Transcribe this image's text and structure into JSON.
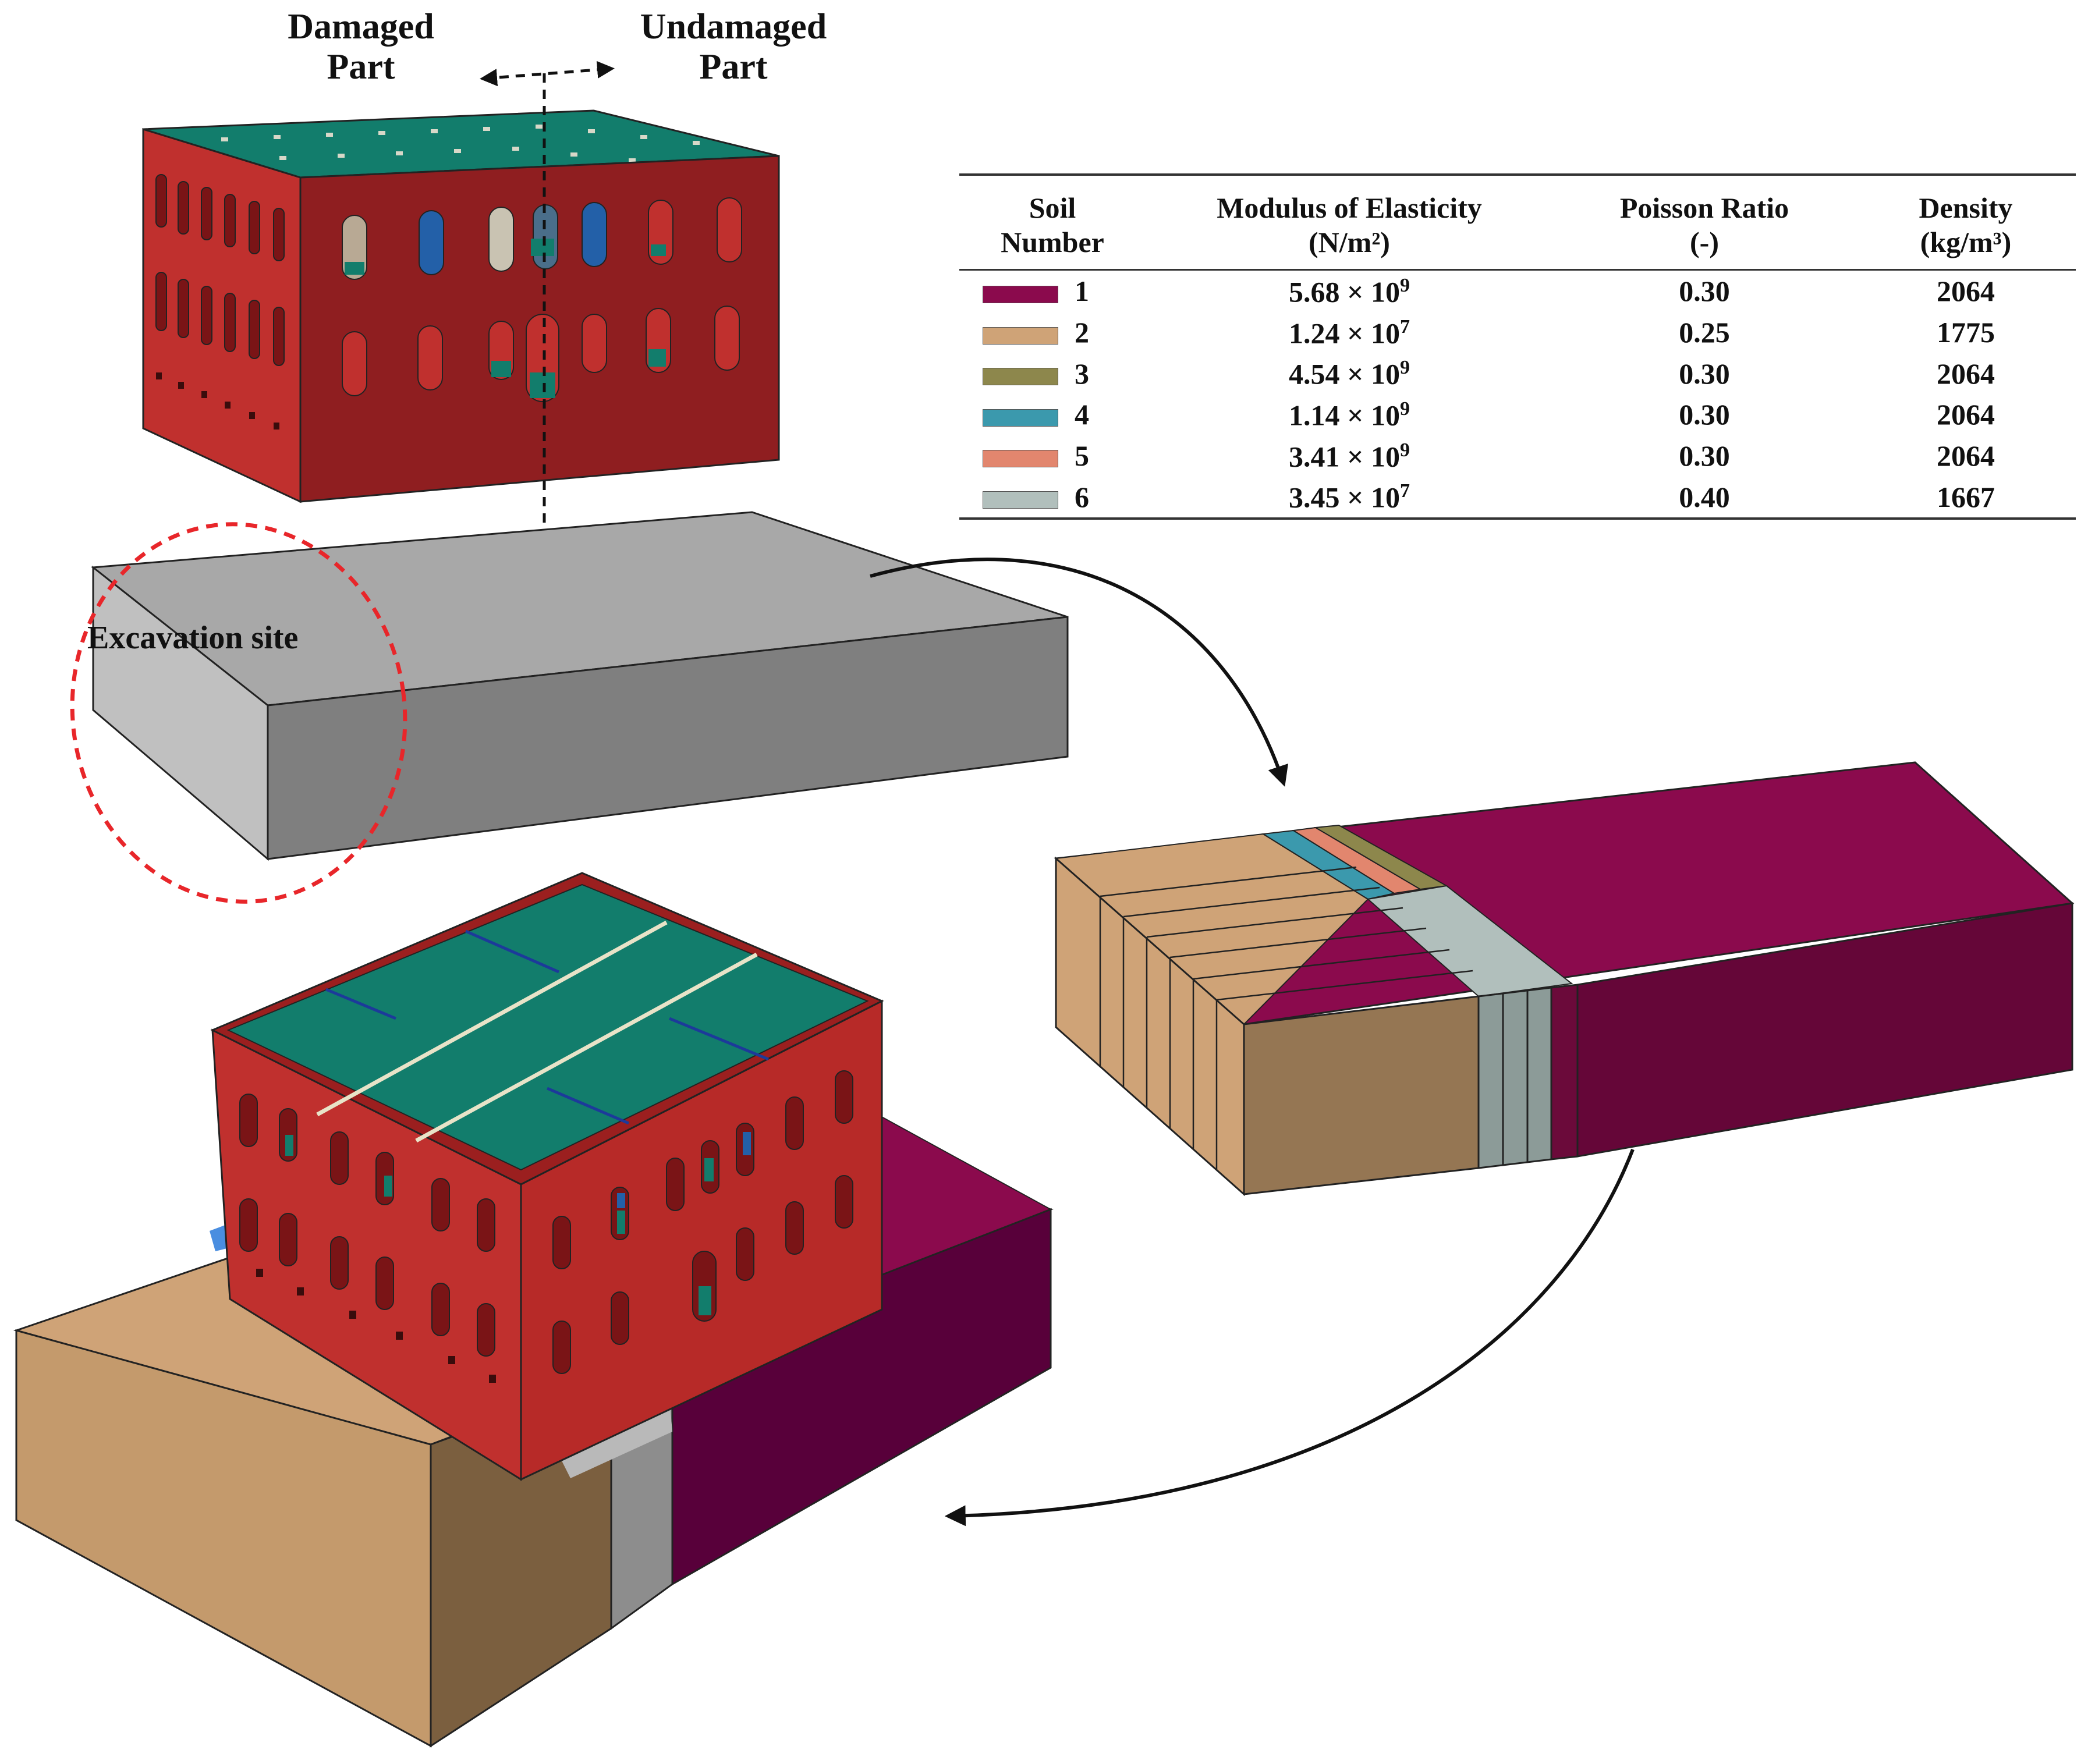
{
  "labels": {
    "damaged_line1": "Damaged",
    "damaged_line2": "Part",
    "undamaged_line1": "Undamaged",
    "undamaged_line2": "Part",
    "excavation": "Excavation site"
  },
  "table": {
    "headers": [
      [
        "Soil",
        "Number"
      ],
      [
        "Modulus of Elasticity",
        "(N/m²)"
      ],
      [
        "Poisson Ratio",
        "(-)"
      ],
      [
        "Density",
        "(kg/m³)"
      ]
    ],
    "rows": [
      {
        "soil": "1",
        "color": "#8b0a4d",
        "E_mant": "5.68 × 10",
        "E_exp": "9",
        "nu": "0.30",
        "rho": "2064"
      },
      {
        "soil": "2",
        "color": "#cfa377",
        "E_mant": "1.24 × 10",
        "E_exp": "7",
        "nu": "0.25",
        "rho": "1775"
      },
      {
        "soil": "3",
        "color": "#8d874c",
        "E_mant": "4.54 × 10",
        "E_exp": "9",
        "nu": "0.30",
        "rho": "2064"
      },
      {
        "soil": "4",
        "color": "#3b99ad",
        "E_mant": "1.14 × 10",
        "E_exp": "9",
        "nu": "0.30",
        "rho": "2064"
      },
      {
        "soil": "5",
        "color": "#e2866e",
        "E_mant": "3.41 × 10",
        "E_exp": "9",
        "nu": "0.30",
        "rho": "2064"
      },
      {
        "soil": "6",
        "color": "#b1bfbc",
        "E_mant": "3.45 × 10",
        "E_exp": "7",
        "nu": "0.40",
        "rho": "1667"
      }
    ]
  },
  "colors": {
    "building_wall": "#c0302e",
    "building_wall_side": "#8f1e20",
    "roof": "#127d6c",
    "soil_gray_top": "#a8a8a8",
    "excavation_outline": "#e8262a"
  }
}
